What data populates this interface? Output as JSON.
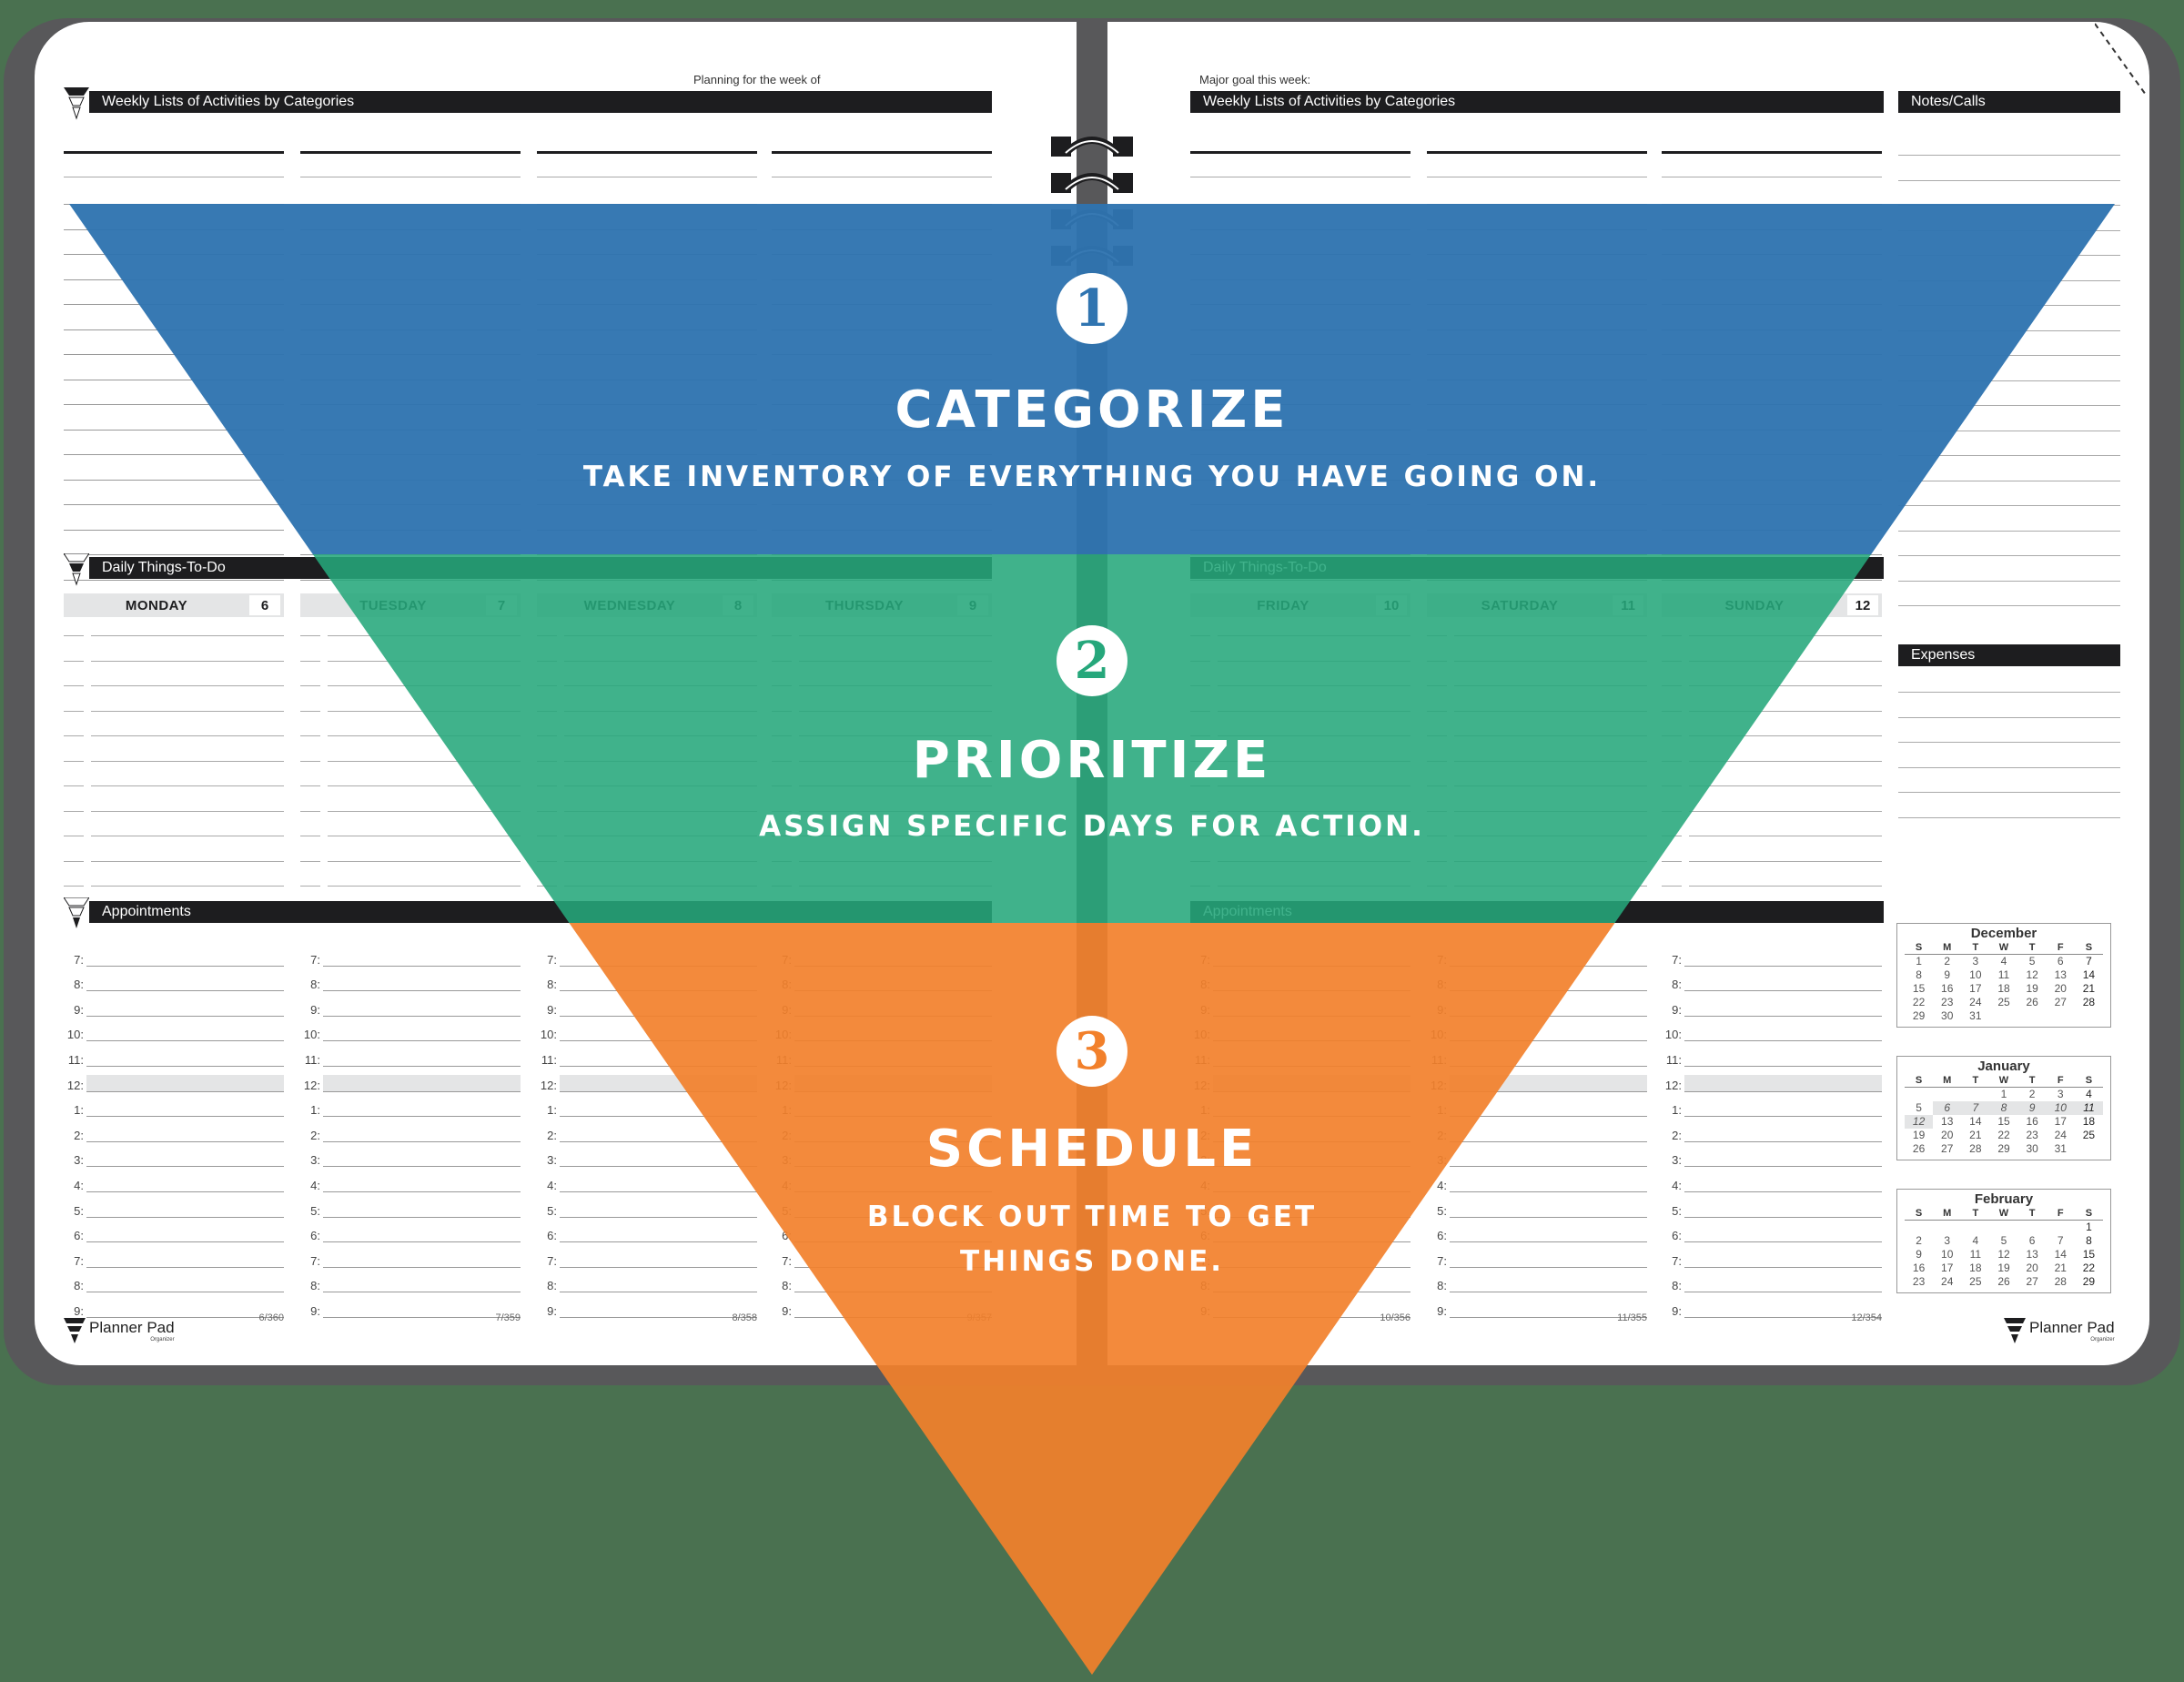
{
  "colors": {
    "background": "#4a7150",
    "binder": "#58585a",
    "step1_blue": "#2f74b0",
    "step2_green": "#26a77b",
    "step3_orange": "#f2802b"
  },
  "left_page": {
    "planning_label": "Planning for the week of",
    "weekly_header": "Weekly Lists of Activities by Categories",
    "daily_header": "Daily Things-To-Do",
    "appointments_header": "Appointments",
    "days": [
      {
        "name": "MONDAY",
        "num": "6",
        "page": "6/360"
      },
      {
        "name": "TUESDAY",
        "num": "7",
        "page": "7/359"
      },
      {
        "name": "WEDNESDAY",
        "num": "8",
        "page": "8/358"
      },
      {
        "name": "THURSDAY",
        "num": "9",
        "page": "9/357"
      }
    ],
    "logo": "Planner Pad",
    "logo_sub": "Organizer"
  },
  "right_page": {
    "goal_label": "Major goal this week:",
    "weekly_header": "Weekly Lists of Activities by Categories",
    "daily_header": "Daily Things-To-Do",
    "appointments_header": "Appointments",
    "notes_header": "Notes/Calls",
    "expenses_header": "Expenses",
    "days": [
      {
        "name": "FRIDAY",
        "num": "10",
        "page": "10/356"
      },
      {
        "name": "SATURDAY",
        "num": "11",
        "page": "11/355"
      },
      {
        "name": "SUNDAY",
        "num": "12",
        "page": "12/354"
      }
    ],
    "logo": "Planner Pad",
    "logo_sub": "Organizer"
  },
  "appointment_times": [
    "7:",
    "8:",
    "9:",
    "10:",
    "11:",
    "12:",
    "1:",
    "2:",
    "3:",
    "4:",
    "5:",
    "6:",
    "7:",
    "8:",
    "9:"
  ],
  "calendars": [
    {
      "month": "December",
      "weekdays": [
        "S",
        "M",
        "T",
        "W",
        "T",
        "F",
        "S"
      ],
      "weeks": [
        [
          "1",
          "2",
          "3",
          "4",
          "5",
          "6",
          "7"
        ],
        [
          "8",
          "9",
          "10",
          "11",
          "12",
          "13",
          "14"
        ],
        [
          "15",
          "16",
          "17",
          "18",
          "19",
          "20",
          "21"
        ],
        [
          "22",
          "23",
          "24",
          "25",
          "26",
          "27",
          "28"
        ],
        [
          "29",
          "30",
          "31",
          "",
          "",
          "",
          ""
        ]
      ]
    },
    {
      "month": "January",
      "weekdays": [
        "S",
        "M",
        "T",
        "W",
        "T",
        "F",
        "S"
      ],
      "weeks": [
        [
          "",
          "",
          "",
          "1",
          "2",
          "3",
          "4"
        ],
        [
          "5",
          "6",
          "7",
          "8",
          "9",
          "10",
          "11"
        ],
        [
          "12",
          "13",
          "14",
          "15",
          "16",
          "17",
          "18"
        ],
        [
          "19",
          "20",
          "21",
          "22",
          "23",
          "24",
          "25"
        ],
        [
          "26",
          "27",
          "28",
          "29",
          "30",
          "31",
          ""
        ]
      ]
    },
    {
      "month": "February",
      "weekdays": [
        "S",
        "M",
        "T",
        "W",
        "T",
        "F",
        "S"
      ],
      "weeks": [
        [
          "",
          "",
          "",
          "",
          "",
          "",
          "1"
        ],
        [
          "2",
          "3",
          "4",
          "5",
          "6",
          "7",
          "8"
        ],
        [
          "9",
          "10",
          "11",
          "12",
          "13",
          "14",
          "15"
        ],
        [
          "16",
          "17",
          "18",
          "19",
          "20",
          "21",
          "22"
        ],
        [
          "23",
          "24",
          "25",
          "26",
          "27",
          "28",
          "29"
        ]
      ]
    }
  ],
  "steps": [
    {
      "number": "1",
      "title": "CATEGORIZE",
      "subtitle": "TAKE INVENTORY OF EVERYTHING YOU HAVE GOING ON."
    },
    {
      "number": "2",
      "title": "PRIORITIZE",
      "subtitle": "ASSIGN SPECIFIC DAYS FOR ACTION."
    },
    {
      "number": "3",
      "title": "SCHEDULE",
      "subtitle_line1": "BLOCK OUT TIME TO GET",
      "subtitle_line2": "THINGS DONE."
    }
  ]
}
